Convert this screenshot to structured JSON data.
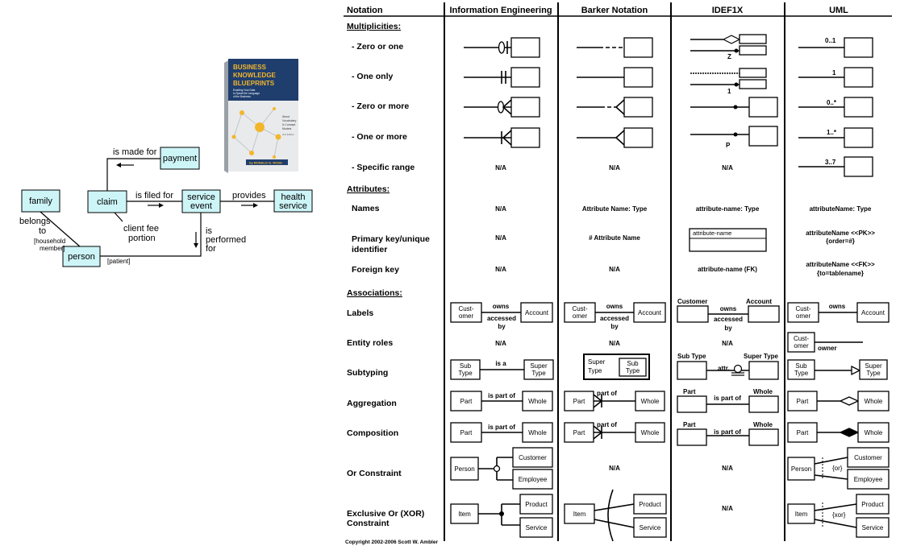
{
  "er_diagram": {
    "entities": {
      "family": "family",
      "claim": "claim",
      "payment": "payment",
      "service_event_1": "service",
      "service_event_2": "event",
      "health_service_1": "health",
      "health_service_2": "service",
      "person": "person"
    },
    "relationships": {
      "is_made_for": "is made for",
      "is_filed_for": "is filed for",
      "provides": "provides",
      "belongs_to_1": "belongs",
      "belongs_to_2": "to",
      "household_1": "[household",
      "household_2": "member]",
      "client_fee_1": "client fee",
      "client_fee_2": "portion",
      "is_performed_for_1": "is",
      "is_performed_for_2": "performed",
      "is_performed_for_3": "for",
      "patient": "[patient]"
    }
  },
  "book_cover": {
    "title_line1": "BUSINESS",
    "title_line2": "KNOWLEDGE",
    "title_line3": "BLUEPRINTS",
    "subtitle_line1": "Enabling Your Data",
    "subtitle_line2": "to Speak the Language",
    "subtitle_line3": "of the Business",
    "side_line1": "About",
    "side_line2": "Vocabulary",
    "side_line3": "& Concept",
    "side_line4": "Models",
    "edition": "2nd Edition",
    "author": "by RONALD G. ROSS"
  },
  "table": {
    "headers": {
      "notation": "Notation",
      "ie": "Information Engineering",
      "barker": "Barker Notation",
      "idef1x": "IDEF1X",
      "uml": "UML"
    },
    "sections": {
      "multiplicities": "Multiplicities:",
      "attributes": "Attributes:",
      "associations": "Associations:"
    },
    "rows": {
      "zero_or_one": "- Zero or one",
      "one_only": "- One only",
      "zero_or_more": "- Zero or more",
      "one_or_more": "- One or more",
      "specific_range": "- Specific range",
      "names": "Names",
      "pk_line1": "Primary key/unique",
      "pk_line2": "identifier",
      "foreign_key": "Foreign key",
      "labels": "Labels",
      "entity_roles": "Entity roles",
      "subtyping": "Subtyping",
      "aggregation": "Aggregation",
      "composition": "Composition",
      "or_constraint": "Or Constraint",
      "xor_line1": "Exclusive Or (XOR)",
      "xor_line2": "Constraint"
    },
    "values": {
      "na": "N/A",
      "idef_z": "Z",
      "idef_1": "1",
      "idef_p": "P",
      "uml_0_1": "0..1",
      "uml_1": "1",
      "uml_0_many": "0..*",
      "uml_1_many": "1..*",
      "uml_range": "3..7",
      "barker_names": "Attribute Name: Type",
      "idef_names": "attribute-name: Type",
      "uml_names": "attributeName: Type",
      "barker_pk": "# Attribute Name",
      "idef_pk_box": "attribute-name",
      "uml_pk_line1": "attributeName <<PK>>",
      "uml_pk_line2": "{order=#}",
      "idef_fk": "attribute-name (FK)",
      "uml_fk_line1": "attributeName <<FK>>",
      "uml_fk_line2": "{to=tablename}",
      "cust_1": "Cust-",
      "cust_2": "omer",
      "customer": "Customer",
      "account": "Account",
      "owns": "owns",
      "accessed": "accessed",
      "by": "by",
      "owner": "owner",
      "sub": "Sub",
      "super": "Super",
      "type": "Type",
      "sub_type": "Sub Type",
      "super_type": "Super Type",
      "is_a": "is a",
      "attr": "attr.",
      "part": "Part",
      "whole": "Whole",
      "is_part_of": "is part of",
      "part_of": "part of",
      "person": "Person",
      "employee": "Employee",
      "or_tag": "{or}",
      "item": "Item",
      "product": "Product",
      "service": "Service",
      "xor_tag": "{xor}"
    },
    "copyright": "Copyright 2002-2006 Scott W. Ambler"
  }
}
